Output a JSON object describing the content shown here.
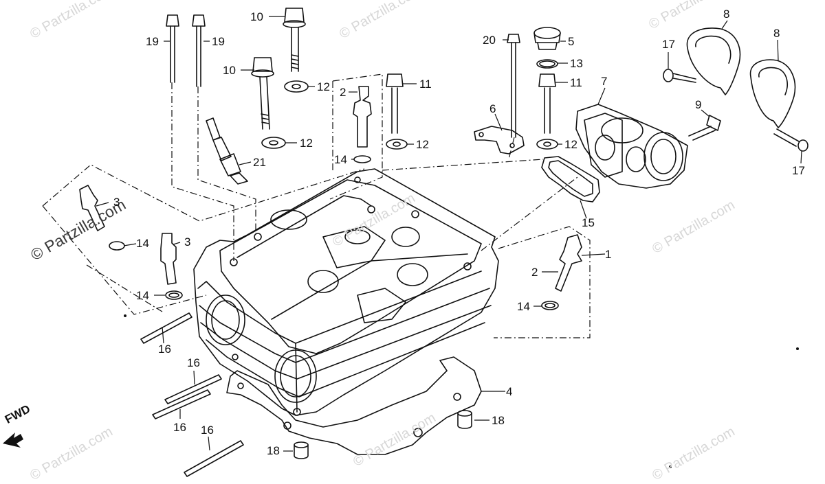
{
  "watermark": {
    "text": "© Partzilla.com",
    "main_text": "© Partzilla.com"
  },
  "direction": {
    "label": "FWD",
    "arrow": "◀"
  },
  "labels": {
    "l19a": "19",
    "l19b": "19",
    "l10a": "10",
    "l10b": "10",
    "l12a": "12",
    "l12b": "12",
    "l12c": "12",
    "l12d": "12",
    "l11a": "11",
    "l11b": "11",
    "l2a": "2",
    "l2b": "2",
    "l20": "20",
    "l5": "5",
    "l13": "13",
    "l6": "6",
    "l7": "7",
    "l8a": "8",
    "l8b": "8",
    "l17a": "17",
    "l17b": "17",
    "l9": "9",
    "l21": "21",
    "l14a": "14",
    "l14b": "14",
    "l14c": "14",
    "l14d": "14",
    "l3a": "3",
    "l3b": "3",
    "l15": "15",
    "l1": "1",
    "l4": "4",
    "l16a": "16",
    "l16b": "16",
    "l16c": "16",
    "l16d": "16",
    "l18a": "18",
    "l18b": "18"
  }
}
